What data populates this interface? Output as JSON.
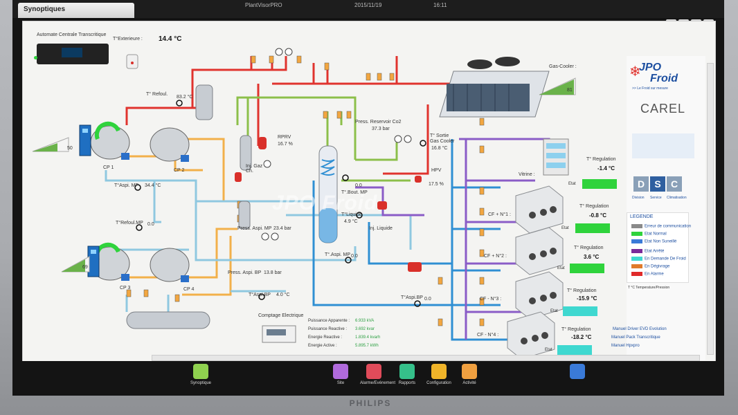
{
  "topbar": {
    "tab_label": "Synoptiques",
    "app_name": "PlantVisorPRO",
    "date": "2015/11/19",
    "time": "16:11"
  },
  "window_buttons": [
    "home-icon",
    "help-icon",
    "close-icon",
    "settings-icon"
  ],
  "header": {
    "controller_label": "Automate Centrale Transcritique",
    "ext_temp_label": "T°Exterieure :",
    "ext_temp_value": "14.4 °C"
  },
  "sensors": {
    "t_refoul": {
      "label": "T° Refoul.",
      "value": "83.2 °C"
    },
    "t_aspi_mp": {
      "label": "T°Aspi. MP",
      "value": "34.4 °C"
    },
    "t_refoul_mp": {
      "label": "T°Refoul.MP",
      "value": "0.0"
    },
    "press_aspi_mp": {
      "label": "Press. Aspi. MP",
      "value": "23.4 bar"
    },
    "press_aspi_bp": {
      "label": "Press. Aspi. BP",
      "value": "13.8 bar"
    },
    "t_aspi_bp": {
      "label": "T°Aspi.BP",
      "value": "4.0 °C"
    },
    "t_aspi_bp2": {
      "label": "T°Aspi.BP",
      "value": "0.0"
    },
    "t_aspi_mp2": {
      "label": "T°.Aspi. MP",
      "value": "0.0"
    },
    "inj_gaz": {
      "label": "Inj. Gaz Ch."
    },
    "rprv": {
      "label": "RPRV",
      "value": "16.7 %"
    },
    "press_reservoir": {
      "label": "Press. Reservoir Co2",
      "value": "37.3 bar"
    },
    "t_sortie_gc": {
      "label": "T° Sortie Gas Cooler",
      "value": "16.8 °C"
    },
    "hpv": {
      "label": "HPV",
      "value": "17.5 %"
    },
    "t_bout_mp": {
      "label": "T°.Bout. MP",
      "value": "0.0"
    },
    "t_liquide": {
      "label": "T°Liquide",
      "value": "4.9 °C"
    },
    "inj_liquide": {
      "label": "Inj. Liquide"
    },
    "gas_cooler": {
      "label": "Gas-Cooler :",
      "value": "81"
    }
  },
  "compressors": {
    "cp1": "CP 1",
    "cp2": "CP 2",
    "cp3": "CP 3",
    "cp4": "CP 4",
    "drive_top_value": "50",
    "drive_bottom_value": "69"
  },
  "loads": [
    {
      "name": "Vitrine :",
      "reg_label": "T° Regulation",
      "reg_value": "-1.4 °C",
      "etat_label": "Etat",
      "color": "#2fd33c"
    },
    {
      "name": "CF + N°1 :",
      "reg_label": "T° Regulation",
      "reg_value": "-0.8 °C",
      "etat_label": "Etat",
      "color": "#2fd33c"
    },
    {
      "name": "CF + N°2 :",
      "reg_label": "T° Regulation",
      "reg_value": "3.6 °C",
      "etat_label": "Etat",
      "color": "#2fd33c"
    },
    {
      "name": "CF - N°3 :",
      "reg_label": "T° Regulation",
      "reg_value": "-15.9 °C",
      "etat_label": "Etat",
      "color": "#3fd8d0"
    },
    {
      "name": "CF - N°4 :",
      "reg_label": "T° Regulation",
      "reg_value": "-18.2 °C",
      "etat_label": "Etat",
      "color": "#3fd8d0"
    }
  ],
  "energy": {
    "title": "Comptage Electrique",
    "rows": [
      {
        "label": "Puissance Apparente :",
        "value": "6.933 kVA"
      },
      {
        "label": "Puissance Reactive :",
        "value": "3.692 kvar"
      },
      {
        "label": "Energie Reactive :",
        "value": "1.839.4 kvarh"
      },
      {
        "label": "Energie Active :",
        "value": "5.895.7 kWh"
      }
    ]
  },
  "brand_panel": {
    "logo_line1": "JPO",
    "logo_line2": "Froid",
    "tagline": ">> Le Froid sur mesure",
    "carel": "CAREL",
    "dsc": [
      "D",
      "S",
      "C"
    ],
    "dsc_caption": [
      "Division",
      "Service",
      "Climatisation"
    ]
  },
  "legend": {
    "title": "LEGENDE",
    "items": [
      {
        "label": "Erreur de communication",
        "color": "#8a8a8a"
      },
      {
        "label": "Etat Normal",
        "color": "#2fd33c"
      },
      {
        "label": "Etat Non Suneillé",
        "color": "#3a7ad8"
      },
      {
        "label": "Etat Arrêté",
        "color": "#7a2a9a"
      },
      {
        "label": "En Demande De Froid",
        "color": "#3fd8d0"
      },
      {
        "label": "En Dégivrage",
        "color": "#e07a2a"
      },
      {
        "label": "En Alarme",
        "color": "#e02a2a"
      }
    ],
    "note": "T °C Temperature/Pression"
  },
  "links": [
    "Manuel Driver EVD Evolution",
    "Manuel Pack Transcritique",
    "Manuel Hpxpro"
  ],
  "watermark": "JPO Froid",
  "dock": [
    {
      "label": "Synoptique",
      "color": "#8fd14f"
    },
    {
      "label": "Site",
      "color": "#b06adc"
    },
    {
      "label": "Alarme/Evénement",
      "color": "#e04b5a"
    },
    {
      "label": "Rapports",
      "color": "#35c08a"
    },
    {
      "label": "Configuration",
      "color": "#f0b429"
    },
    {
      "label": "Activité",
      "color": "#f0a040"
    }
  ],
  "monitor_brand": "PHILIPS"
}
